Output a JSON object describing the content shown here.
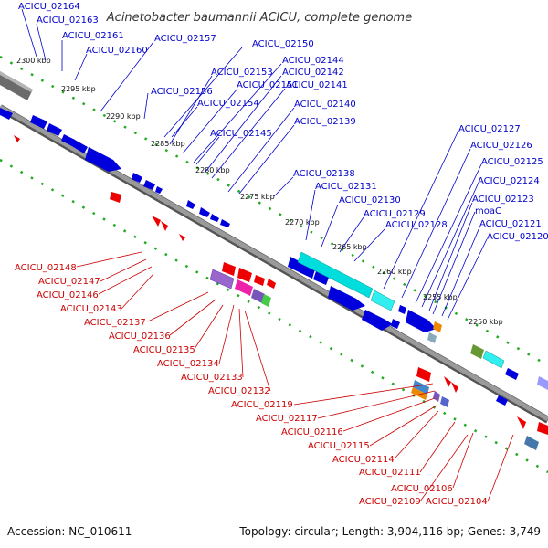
{
  "title": "Acinetobacter baumannii ACICU, complete genome",
  "footer": {
    "accession": "Accession: NC_010611",
    "summary": "Topology: circular; Length: 3,904,116 bp; Genes: 3,749"
  },
  "colors": {
    "blue_label": "#0000cc",
    "red_label": "#cc0000",
    "forward_gene": "#0000dd",
    "reverse_gene": "#ee0000",
    "backbone": "#777777",
    "tick_marks": "#22aa22"
  },
  "ticks": [
    "2300 kbp",
    "2295 kbp",
    "2290 kbp",
    "2285 kbp",
    "2280 kbp",
    "2275 kbp",
    "2270 kbp",
    "2265 kbp",
    "2260 kbp",
    "2255 kbp",
    "2250 kbp"
  ],
  "blue_labels": [
    "ACICU_02164",
    "ACICU_02163",
    "ACICU_02161",
    "ACICU_02160",
    "ACICU_02157",
    "ACICU_02150",
    "ACICU_02153",
    "ACICU_02144",
    "ACICU_02142",
    "ACICU_02151",
    "ACICU_02141",
    "ACICU_02156",
    "ACICU_02154",
    "ACICU_02140",
    "ACICU_02139",
    "ACICU_02145",
    "ACICU_02127",
    "ACICU_02126",
    "ACICU_02125",
    "ACICU_02138",
    "ACICU_02124",
    "ACICU_02131",
    "ACICU_02130",
    "ACICU_02123",
    "moaC",
    "ACICU_02129",
    "ACICU_02128",
    "ACICU_02121",
    "ACICU_02120"
  ],
  "red_labels": [
    "ACICU_02148",
    "ACICU_02147",
    "ACICU_02146",
    "ACICU_02143",
    "ACICU_02137",
    "ACICU_02136",
    "ACICU_02135",
    "ACICU_02134",
    "ACICU_02133",
    "ACICU_02132",
    "ACICU_02119",
    "ACICU_02117",
    "ACICU_02116",
    "ACICU_02115",
    "ACICU_02114",
    "ACICU_02111",
    "ACICU_02106",
    "ACICU_02109",
    "ACICU_02104"
  ]
}
